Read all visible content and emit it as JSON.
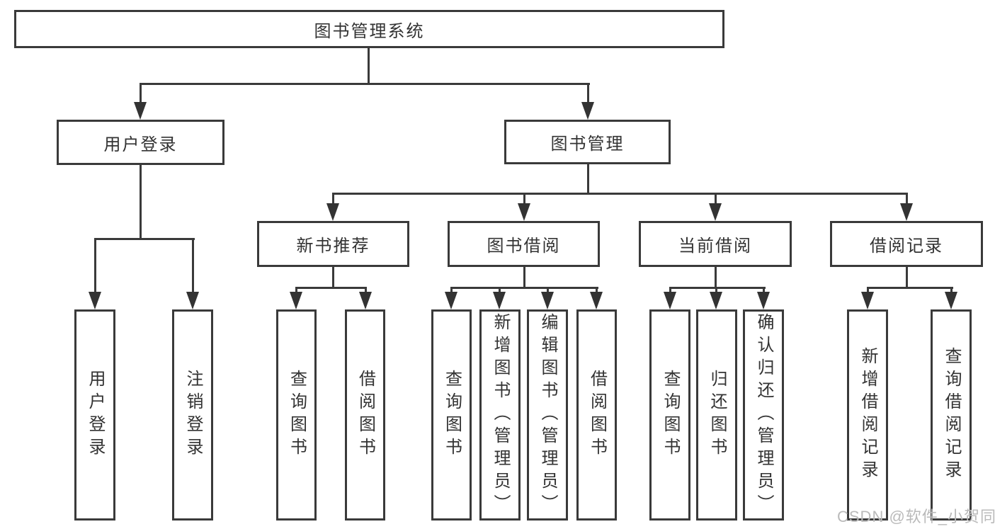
{
  "diagram": {
    "type": "hierarchy-tree",
    "orientation": "top-down",
    "colors": {
      "background": "#ffffff",
      "line": "#3a3a3a",
      "box_border": "#3a3a3a",
      "text": "#333333",
      "watermark": "#bababa"
    },
    "tree": {
      "root": {
        "label": "图书管理系统"
      },
      "branches": [
        {
          "label": "用户登录",
          "children": [
            {
              "label": "用户登录"
            },
            {
              "label": "注销登录"
            }
          ]
        },
        {
          "label": "图书管理",
          "children": [
            {
              "label": "新书推荐",
              "children": [
                {
                  "label": "查询图书"
                },
                {
                  "label": "借阅图书"
                }
              ]
            },
            {
              "label": "图书借阅",
              "children": [
                {
                  "label": "查询图书"
                },
                {
                  "label": "新增图书（管理员）"
                },
                {
                  "label": "编辑图书（管理员）"
                },
                {
                  "label": "借阅图书"
                }
              ]
            },
            {
              "label": "当前借阅",
              "children": [
                {
                  "label": "查询图书"
                },
                {
                  "label": "归还图书"
                },
                {
                  "label": "确认归还（管理员）"
                }
              ]
            },
            {
              "label": "借阅记录",
              "children": [
                {
                  "label": "新增借阅记录"
                },
                {
                  "label": "查询借阅记录"
                }
              ]
            }
          ]
        }
      ]
    },
    "watermark": {
      "text": "CSDN @软件_小贺同学"
    }
  }
}
